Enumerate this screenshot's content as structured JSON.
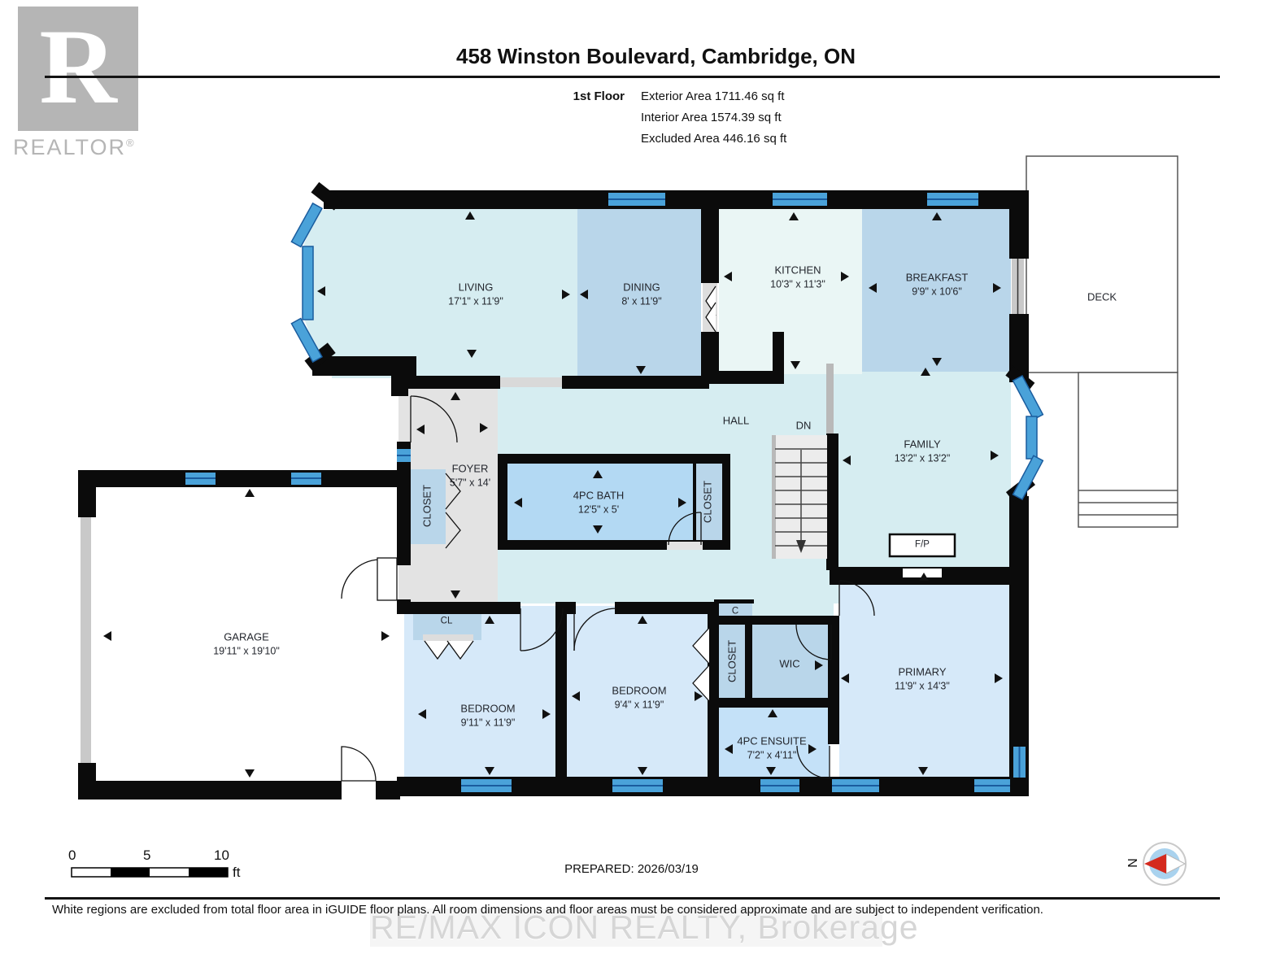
{
  "header": {
    "logo_letter": "R",
    "logo_text": "REALTOR",
    "logo_reg": "®",
    "title": "458 Winston Boulevard, Cambridge, ON",
    "floor_label": "1st Floor",
    "areas": [
      "Exterior Area 1711.46 sq ft",
      "Interior Area 1574.39 sq ft",
      "Excluded Area 446.16 sq ft"
    ]
  },
  "rooms": {
    "living": {
      "name": "LIVING",
      "dims": "17'1\" x 11'9\""
    },
    "dining": {
      "name": "DINING",
      "dims": "8' x 11'9\""
    },
    "kitchen": {
      "name": "KITCHEN",
      "dims": "10'3\" x 11'3\""
    },
    "breakfast": {
      "name": "BREAKFAST",
      "dims": "9'9\" x 10'6\""
    },
    "deck": {
      "name": "DECK"
    },
    "foyer": {
      "name": "FOYER",
      "dims": "5'7\" x 14'"
    },
    "closet_foyer": {
      "name": "CLOSET"
    },
    "bath": {
      "name": "4PC BATH",
      "dims": "12'5\" x 5'"
    },
    "closet_bath": {
      "name": "CLOSET"
    },
    "hall": {
      "name": "HALL"
    },
    "dn": {
      "name": "DN"
    },
    "family": {
      "name": "FAMILY",
      "dims": "13'2\" x 13'2\""
    },
    "fireplace": {
      "name": "F/P"
    },
    "garage": {
      "name": "GARAGE",
      "dims": "19'11\" x 19'10\""
    },
    "cl": {
      "name": "CL"
    },
    "bedroom1": {
      "name": "BEDROOM",
      "dims": "9'11\" x 11'9\""
    },
    "bedroom2": {
      "name": "BEDROOM",
      "dims": "9'4\" x 11'9\""
    },
    "c": {
      "name": "C"
    },
    "closet_bedroom": {
      "name": "CLOSET"
    },
    "wic": {
      "name": "WIC"
    },
    "ensuite": {
      "name": "4PC ENSUITE",
      "dims": "7'2\" x 4'11\""
    },
    "primary": {
      "name": "PRIMARY",
      "dims": "11'9\" x 14'3\""
    }
  },
  "footer": {
    "scale": {
      "t0": "0",
      "t5": "5",
      "t10": "10",
      "unit": "ft"
    },
    "prepared": "PREPARED: 2026/03/19",
    "compass_n": "N",
    "disclaimer": "White regions are excluded from total floor area in iGUIDE floor plans. All room dimensions and floor areas must be considered approximate and are subject to independent verification.",
    "watermark": "RE/MAX ICON REALTY, Brokerage"
  },
  "colors": {
    "wall": "#0b0b0b",
    "window_blue": "#4aa2d9",
    "window_line": "#1a5c9e",
    "room_cyan": "#d6edf1",
    "room_blue": "#b9d6ea",
    "kitchen": "#eaf6f5",
    "bedroom_blue": "#d6e9f9",
    "bath_blue": "#b3d9f3",
    "ensuite_blue": "#c4e1f8",
    "foyer_gray": "#e3e3e3",
    "logo_gray": "#b5b5b5",
    "watermark_gray": "#d6d6d6",
    "compass_red": "#d42a1e",
    "compass_blue": "#a9d2ee"
  }
}
